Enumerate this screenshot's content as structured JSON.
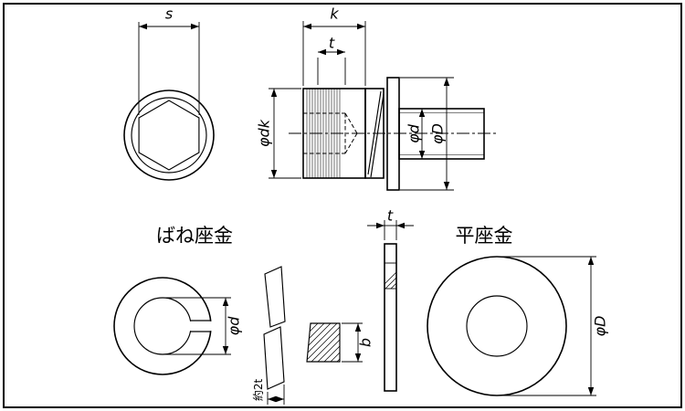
{
  "figure": {
    "hex_view": {
      "s": "s"
    },
    "side_view": {
      "k": "k",
      "t": "t",
      "dk": "φdk",
      "d": "φd",
      "D": "φD"
    },
    "spring_washer": {
      "title": "ばね座金",
      "d": "φd",
      "free_height": "約2t",
      "b": "b"
    },
    "flat_washer": {
      "title": "平座金",
      "t": "t",
      "D": "φD"
    }
  }
}
